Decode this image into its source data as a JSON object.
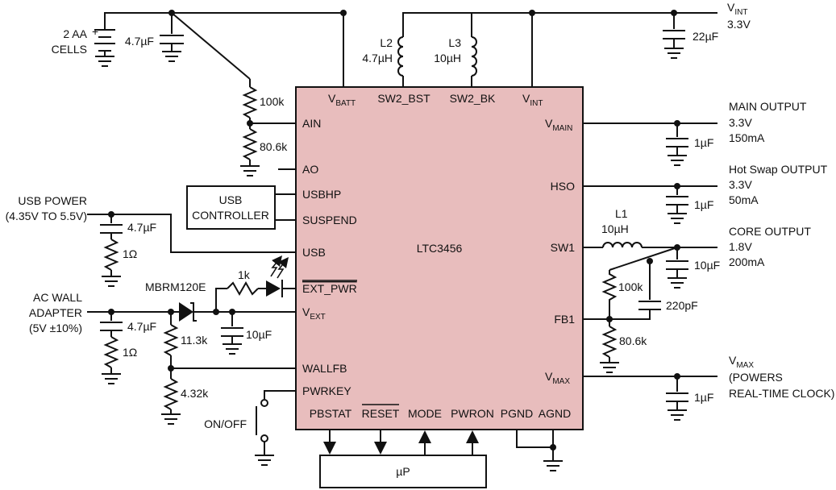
{
  "ic": {
    "name": "LTC3456",
    "pins": {
      "vbatt": "V",
      "vbatt_sub": "BATT",
      "sw2_bst": "SW2_BST",
      "sw2_bk": "SW2_BK",
      "vint": "V",
      "vint_sub": "INT",
      "ain": "AIN",
      "ao": "AO",
      "usbhp": "USBHP",
      "suspend": "SUSPEND",
      "usb": "USB",
      "ext_pwr": "EXT_PWR",
      "vext": "V",
      "vext_sub": "EXT",
      "wallfb": "WALLFB",
      "pwrkey": "PWRKEY",
      "vmain": "V",
      "vmain_sub": "MAIN",
      "hso": "HSO",
      "sw1": "SW1",
      "fb1": "FB1",
      "vmax": "V",
      "vmax_sub": "MAX",
      "pbstat": "PBSTAT",
      "reset": "RESET",
      "mode": "MODE",
      "pwron": "PWRON",
      "pgnd": "PGND",
      "agnd": "AGND"
    }
  },
  "labels": {
    "battery_line1": "2 AA",
    "battery_line2": "CELLS",
    "battery_plus": "+",
    "cap_batt": "4.7µF",
    "l2_name": "L2",
    "l2_value": "4.7µH",
    "l3_name": "L3",
    "l3_value": "10µH",
    "vint_out_main": "V",
    "vint_out_sub": "INT",
    "vint_out_value": "3.3V",
    "cap_vint": "22µF",
    "r_ain_top": "100k",
    "r_ain_bot": "80.6k",
    "usb_ctrl_line1": "USB",
    "usb_ctrl_line2": "CONTROLLER",
    "usb_power": "USB POWER",
    "usb_power_range": "(4.35V TO 5.5V)",
    "cap_usb": "4.7µF",
    "r_usb": "1Ω",
    "diode_mbr": "MBRM120E",
    "r_led": "1k",
    "ac_line1": "AC WALL",
    "ac_line2": "ADAPTER",
    "ac_line3": "(5V ±10%)",
    "cap_ac": "4.7µF",
    "r_ac": "1Ω",
    "r_wall_top": "11.3k",
    "r_wall_bot": "4.32k",
    "cap_vext": "10µF",
    "on_off": "ON/OFF",
    "up": "µP",
    "main_out_title": "MAIN OUTPUT",
    "main_out_v": "3.3V",
    "main_out_i": "150mA",
    "cap_main": "1µF",
    "hs_out_title": "Hot Swap OUTPUT",
    "hs_out_v": "3.3V",
    "hs_out_i": "50mA",
    "cap_hs": "1µF",
    "l1_name": "L1",
    "l1_value": "10µH",
    "core_out_title": "CORE OUTPUT",
    "core_out_v": "1.8V",
    "core_out_i": "200mA",
    "cap_core": "10µF",
    "r_fb_top": "100k",
    "cap_ff": "220pF",
    "r_fb_bot": "80.6k",
    "vmax_out_main": "V",
    "vmax_out_sub": "MAX",
    "vmax_line1": "(POWERS",
    "vmax_line2": "REAL-TIME CLOCK)",
    "cap_vmax": "1µF"
  },
  "colors": {
    "ic_fill": "#e8bdbd",
    "wire": "#111111"
  }
}
